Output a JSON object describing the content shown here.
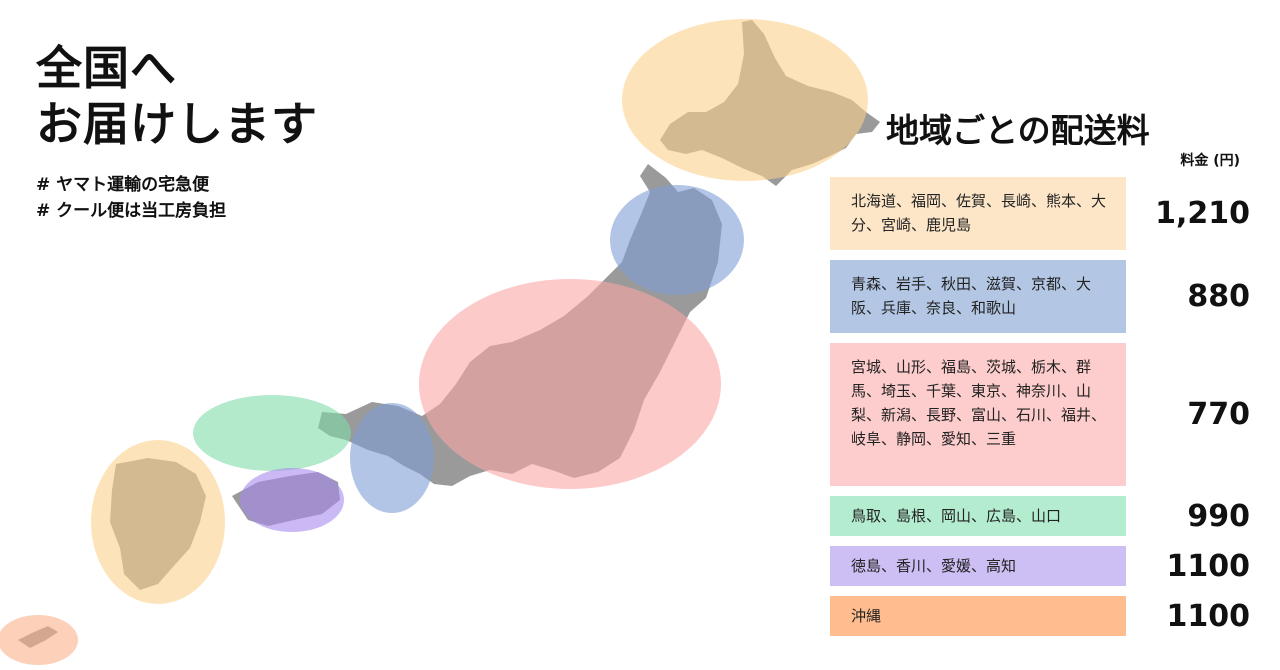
{
  "headline": [
    "全国へ",
    "お届けします"
  ],
  "notes": [
    "# ヤマト運輸の宅急便",
    "# クール便は当工房負担"
  ],
  "fee_section": {
    "title": "地域ごとの配送料",
    "unit_label": "料金 (円)",
    "rows": [
      {
        "regions": "北海道、福岡、佐賀、長崎、熊本、大分、宮崎、鹿児島",
        "price": "1,210",
        "color": "#fde6c8"
      },
      {
        "regions": "青森、岩手、秋田、滋賀、京都、大阪、兵庫、奈良、和歌山",
        "price": "880",
        "color": "#b3c7e5"
      },
      {
        "regions": "宮城、山形、福島、茨城、栃木、群馬、埼玉、千葉、東京、神奈川、山梨、新潟、長野、富山、石川、福井、岐阜、静岡、愛知、三重",
        "price": "770",
        "color": "#fdcccc"
      },
      {
        "regions": "鳥取、島根、岡山、広島、山口",
        "price": "990",
        "color": "#b3ecce"
      },
      {
        "regions": "徳島、香川、愛媛、高知",
        "price": "1100",
        "color": "#cdbef3"
      },
      {
        "regions": "沖縄",
        "price": "1100",
        "color": "#ffbd8f"
      }
    ]
  },
  "map_colors": {
    "land": "#9a9a9a",
    "hokkaido": "#fbd08a",
    "tohoku": "#7f9ed6",
    "kanto_chubu": "#fca7a7",
    "chugoku": "#7fdca8",
    "kansai": "#7f9ed6",
    "shikoku": "#a98af0",
    "kyushu": "#fbd08a",
    "okinawa": "#fbb08a"
  }
}
